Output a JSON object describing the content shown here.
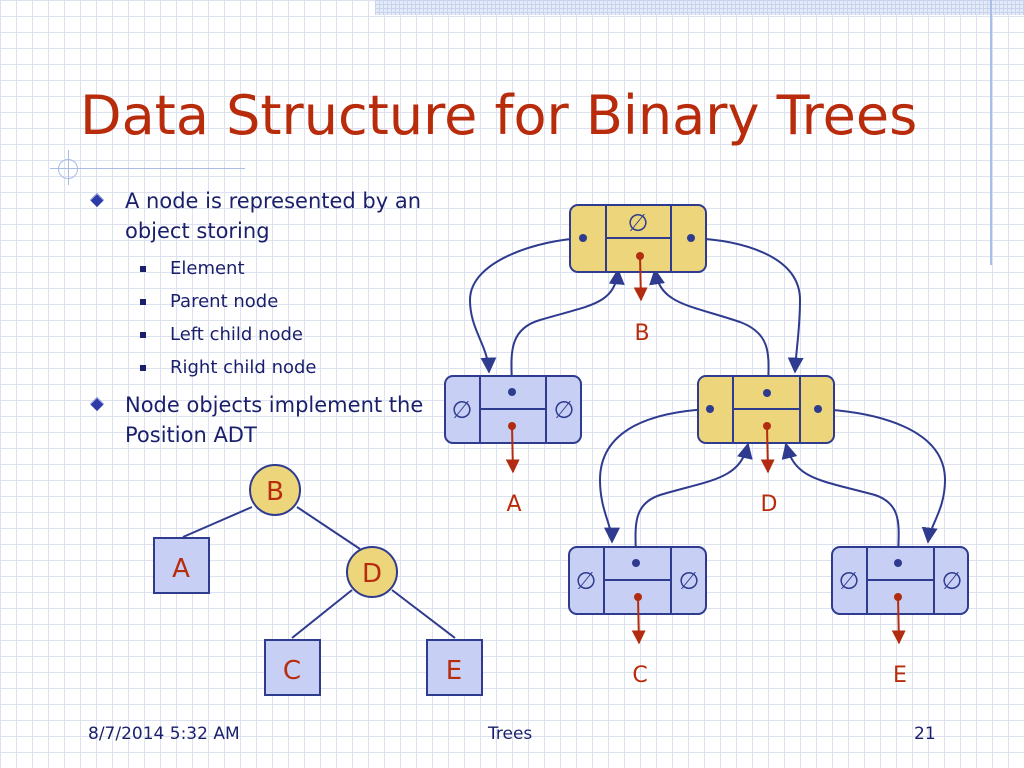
{
  "slide": {
    "title": "Data Structure for Binary Trees",
    "bullets": [
      {
        "text": "A node is represented by an object storing",
        "sub": [
          "Element",
          "Parent node",
          "Left child node",
          "Right child node"
        ]
      },
      {
        "text": "Node objects implement the Position ADT"
      }
    ]
  },
  "small_tree": {
    "nodes": [
      "B",
      "A",
      "D",
      "C",
      "E"
    ]
  },
  "linked_tree": {
    "null_symbol": "∅",
    "labels": [
      "B",
      "A",
      "D",
      "C",
      "E"
    ]
  },
  "footer": {
    "date": "8/7/2014 5:32 AM",
    "center": "Trees",
    "page": "21"
  },
  "colors": {
    "title": "#b82c0c",
    "text": "#1a1f6b",
    "yellow_fill": "#ecd57a",
    "blue_fill": "#c7cff5",
    "node_border": "#2e3b8e",
    "arrow_red": "#b22c12"
  }
}
